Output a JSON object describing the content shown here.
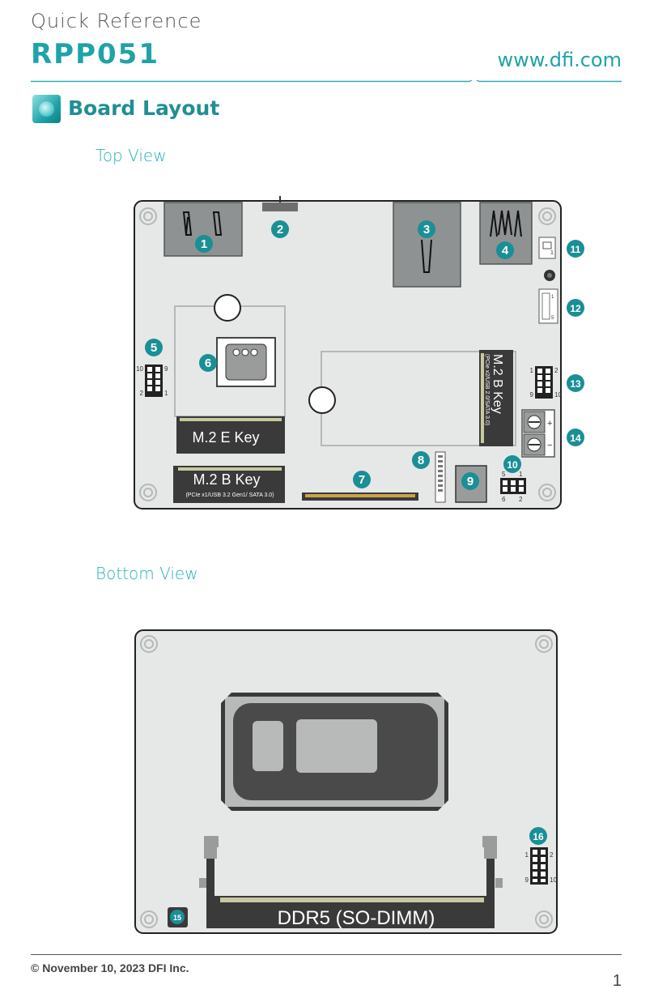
{
  "header": {
    "doc_type": "Quick Reference",
    "model": "RPP051",
    "website": "www.dfi.com"
  },
  "section": {
    "title": "Board Layout"
  },
  "top_view": {
    "title": "Top View",
    "callouts": [
      "1",
      "2",
      "3",
      "4",
      "5",
      "6",
      "7",
      "8",
      "9",
      "10",
      "11",
      "12",
      "13",
      "14"
    ],
    "m2_e_key_label": "M.2 E Key",
    "m2_b_key_left_label": "M.2 B Key",
    "m2_b_key_left_sub": "(PCIe x1/USB 3.2 Gen1/ SATA 3.0)",
    "m2_b_key_right_label": "M.2 B Key",
    "m2_b_key_right_sub": "(PCIe x2/USB 2.0/SATA 3.0)",
    "pin_labels": {
      "h5_tl": "10",
      "h5_tr": "9",
      "h5_bl": "2",
      "h5_br": "1",
      "h13_tl": "1",
      "h13_tr": "2",
      "h13_bl": "9",
      "h13_br": "10",
      "h10_tl": "5",
      "h10_tr": "1",
      "h10_bl": "6",
      "h10_br": "2",
      "c11_pin": "1",
      "c12_pin_top": "1",
      "c12_pin_bottom": "5",
      "c14_plus": "+",
      "c14_minus": "−"
    }
  },
  "bottom_view": {
    "title": "Bottom View",
    "callouts": [
      "15",
      "16"
    ],
    "dimm_label": "DDR5 (SO-DIMM)",
    "pin_labels": {
      "h16_tl": "1",
      "h16_tr": "2",
      "h16_bl": "9",
      "h16_br": "10"
    }
  },
  "colors": {
    "accent": "#1fa3a8",
    "callout": "#1a8f95",
    "board": "#e6e8e8",
    "dark": "#3a3a3a"
  },
  "footer": {
    "copyright": "© November 10, 2023 DFI Inc.",
    "page_number": "1"
  }
}
